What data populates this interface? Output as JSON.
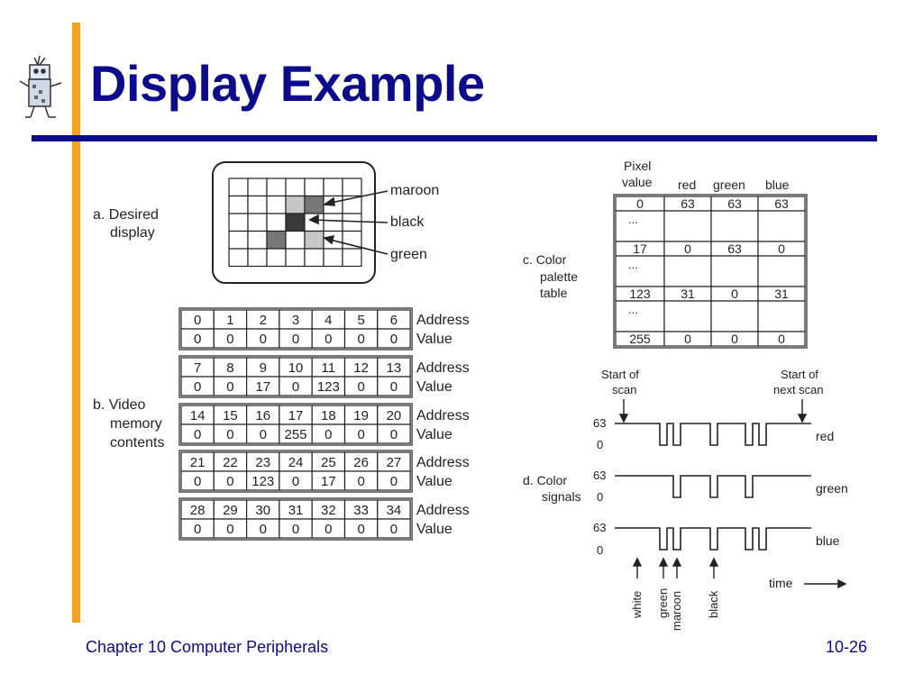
{
  "slide": {
    "title": "Display Example",
    "footer_left": "Chapter 10 Computer Peripherals",
    "footer_right": "10-26"
  },
  "colors": {
    "accent_bar": "#f5a11f",
    "title_blue": "#0b0b8c"
  },
  "section_a": {
    "label_line1": "a. Desired",
    "label_line2": "display",
    "callouts": [
      "maroon",
      "black",
      "green"
    ]
  },
  "section_b": {
    "label_line1": "b. Video",
    "label_line2": "memory",
    "label_line3": "contents",
    "row_address_label": "Address",
    "row_value_label": "Value",
    "blocks": [
      {
        "addresses": [
          "0",
          "1",
          "2",
          "3",
          "4",
          "5",
          "6"
        ],
        "values": [
          "0",
          "0",
          "0",
          "0",
          "0",
          "0",
          "0"
        ]
      },
      {
        "addresses": [
          "7",
          "8",
          "9",
          "10",
          "11",
          "12",
          "13"
        ],
        "values": [
          "0",
          "0",
          "17",
          "0",
          "123",
          "0",
          "0"
        ]
      },
      {
        "addresses": [
          "14",
          "15",
          "16",
          "17",
          "18",
          "19",
          "20"
        ],
        "values": [
          "0",
          "0",
          "0",
          "255",
          "0",
          "0",
          "0"
        ]
      },
      {
        "addresses": [
          "21",
          "22",
          "23",
          "24",
          "25",
          "26",
          "27"
        ],
        "values": [
          "0",
          "0",
          "123",
          "0",
          "17",
          "0",
          "0"
        ]
      },
      {
        "addresses": [
          "28",
          "29",
          "30",
          "31",
          "32",
          "33",
          "34"
        ],
        "values": [
          "0",
          "0",
          "0",
          "0",
          "0",
          "0",
          "0"
        ]
      }
    ]
  },
  "section_c": {
    "label_line1": "c. Color",
    "label_line2": "palette",
    "label_line3": "table",
    "header_pixel_line1": "Pixel",
    "header_pixel_line2": "value",
    "header_red": "red",
    "header_green": "green",
    "header_blue": "blue",
    "rows": [
      [
        "0",
        "63",
        "63",
        "63"
      ],
      [
        "...",
        "",
        "",
        ""
      ],
      [
        "17",
        "0",
        "63",
        "0"
      ],
      [
        "...",
        "",
        "",
        ""
      ],
      [
        "123",
        "31",
        "0",
        "31"
      ],
      [
        "...",
        "",
        "",
        ""
      ],
      [
        "255",
        "0",
        "0",
        "0"
      ]
    ]
  },
  "section_d": {
    "label_line1": "d. Color",
    "label_line2": "signals",
    "start_scan_line1": "Start of",
    "start_scan_line2": "scan",
    "next_scan_line1": "Start of",
    "next_scan_line2": "next scan",
    "level_high": "63",
    "level_low": "0",
    "signal_names": [
      "red",
      "green",
      "blue"
    ],
    "markers": [
      "white",
      "green",
      "maroon",
      "black"
    ],
    "time_label": "time"
  }
}
